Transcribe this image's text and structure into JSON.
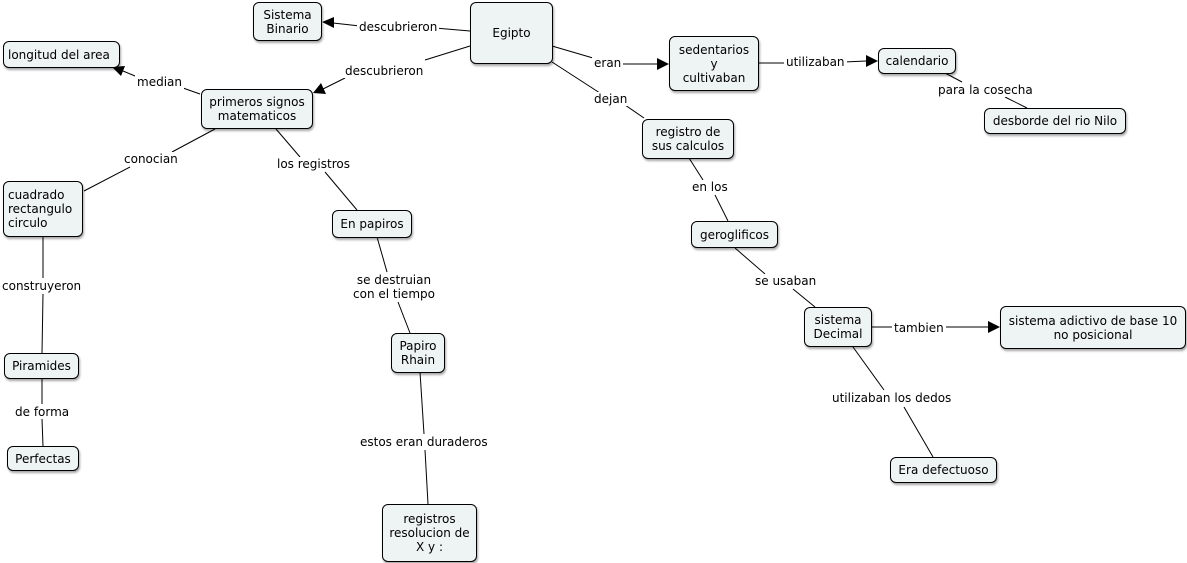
{
  "nodes": {
    "egipto": "Egipto",
    "sistema_binario": "Sistema\nBinario",
    "longitud_area": "longitud del area",
    "primeros_signos": "primeros signos\nmatematicos",
    "sedentarios": "sedentarios\ny\ncultivaban",
    "calendario": "calendario",
    "desborde_nilo": "desborde del rio Nilo",
    "registro_calculos": "registro de\nsus calculos",
    "cuadrado": "cuadrado\nrectangulo\ncirculo",
    "en_papiros": "En papiros",
    "geroglificos": "geroglificos",
    "piramides": "Piramides",
    "papiro_rhain": "Papiro\nRhain",
    "sistema_decimal": "sistema\nDecimal",
    "sistema_aditivo": "sistema adictivo de base 10\nno posicional",
    "perfectas": "Perfectas",
    "era_defectuoso": "Era defectuoso",
    "registros_resolucion": "registros\nresolucion de\nX y :"
  },
  "links": {
    "descubrieron_1": "descubrieron",
    "descubrieron_2": "descubrieron",
    "median": "median",
    "eran": "eran",
    "utilizaban": "utilizaban",
    "para_cosecha": "para la cosecha",
    "dejan": "dejan",
    "conocian": "conocian",
    "los_registros": "los registros",
    "en_los": "en los",
    "construyeron": "construyeron",
    "se_destruian": "se destruian\ncon el tiempo",
    "se_usaban": "se usaban",
    "tambien": "tambien",
    "de_forma": "de forma",
    "utilizaban_dedos": "utilizaban los dedos",
    "estos_eran": "estos eran duraderos"
  }
}
